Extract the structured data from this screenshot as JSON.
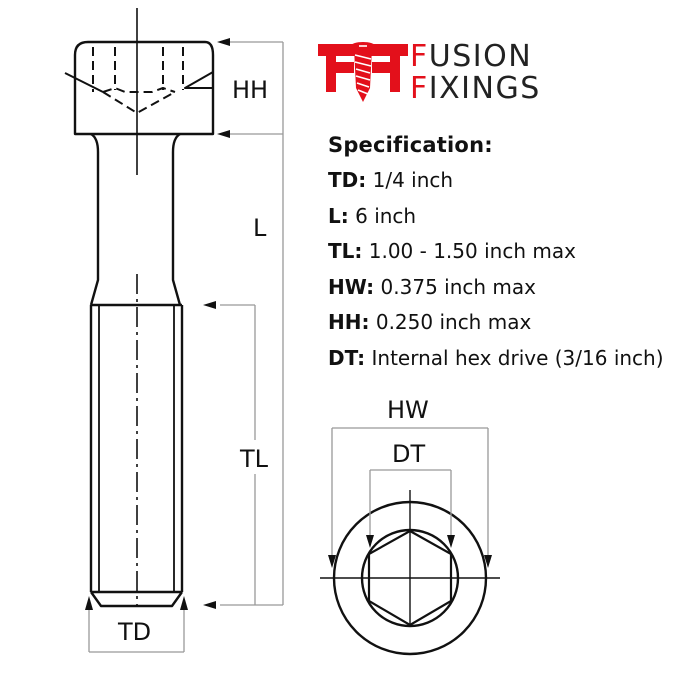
{
  "brand": {
    "name_line1_first": "F",
    "name_line1_rest": "USION",
    "name_line2_first": "F",
    "name_line2_rest": "IXINGS",
    "accent_color": "#e3101b",
    "logo_icon": "fusion-fixings-screw-ff-logo"
  },
  "specification": {
    "title": "Specification:",
    "rows": [
      {
        "key": "TD:",
        "value": " 1/4 inch"
      },
      {
        "key": "L:",
        "value": " 6 inch"
      },
      {
        "key": "TL:",
        "value": " 1.00 - 1.50 inch max"
      },
      {
        "key": "HW:",
        "value": " 0.375 inch max"
      },
      {
        "key": "HH:",
        "value": " 0.250 inch max"
      },
      {
        "key": "DT:",
        "value": " Internal hex drive (3/16 inch)"
      }
    ]
  },
  "diagram": {
    "side_view": {
      "labels": {
        "HH": "HH",
        "L": "L",
        "TL": "TL",
        "TD": "TD"
      }
    },
    "end_view": {
      "labels": {
        "HW": "HW",
        "DT": "DT"
      }
    },
    "line_color": "#111111",
    "dimension_color": "#999999"
  }
}
